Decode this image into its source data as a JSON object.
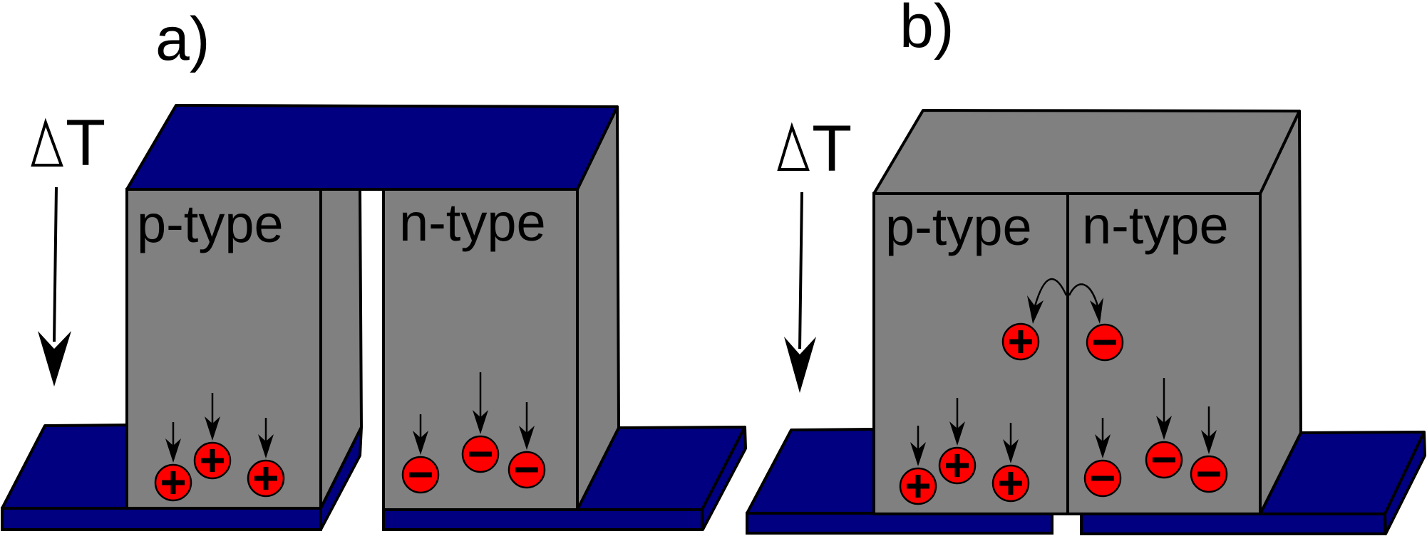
{
  "figure": {
    "description": "Thermoelectric device schematic: carriers diffuse under a temperature gradient",
    "colors": {
      "electrode": "#000080",
      "semiconductor": "#808080",
      "carrier": "#ff0000",
      "outline": "#000000",
      "background": "#ffffff"
    }
  },
  "panels": [
    {
      "id": "a",
      "label": "a)",
      "gradient_label": "T",
      "gradient_symbol": "delta",
      "top_electrode": "blue",
      "legs": [
        {
          "type_label": "p-type",
          "carrier_sign": "+",
          "carrier_count": 3
        },
        {
          "type_label": "n-type",
          "carrier_sign": "−",
          "carrier_count": 3
        }
      ],
      "junction_carriers": []
    },
    {
      "id": "b",
      "label": "b)",
      "gradient_label": "T",
      "gradient_symbol": "delta",
      "top_electrode": "gray",
      "legs": [
        {
          "type_label": "p-type",
          "carrier_sign": "+",
          "carrier_count": 3
        },
        {
          "type_label": "n-type",
          "carrier_sign": "−",
          "carrier_count": 3
        }
      ],
      "junction_carriers": [
        {
          "sign": "+",
          "side": "p-type"
        },
        {
          "sign": "−",
          "side": "n-type"
        }
      ]
    }
  ]
}
